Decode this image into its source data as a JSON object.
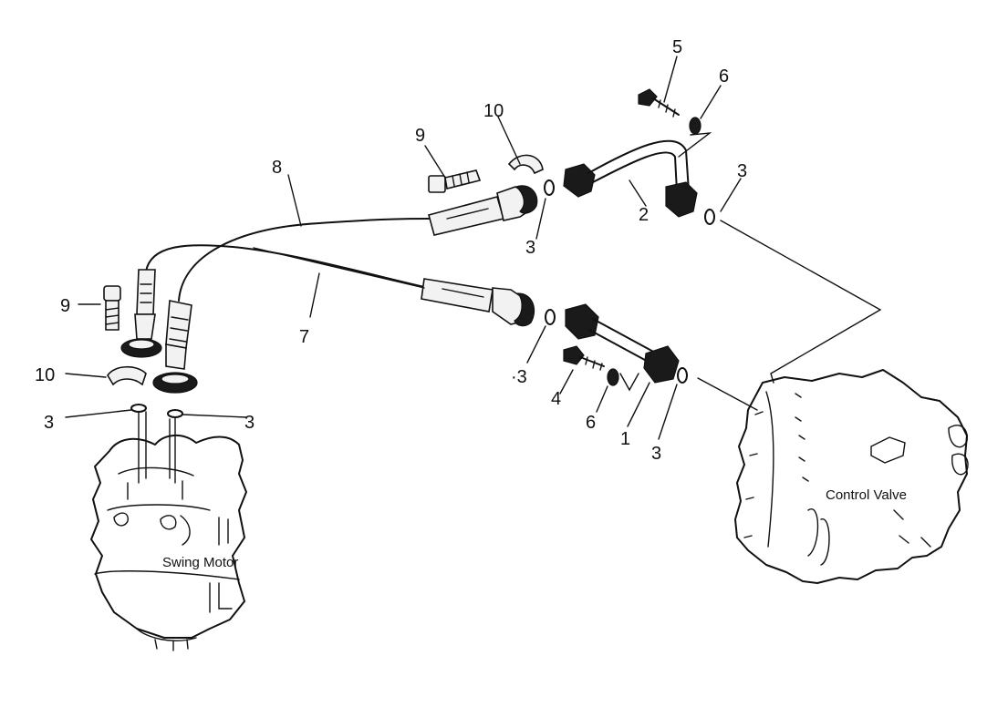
{
  "components": {
    "swing_motor": "Swing Motor",
    "control_valve": "Control Valve"
  },
  "callouts": {
    "c5": "5",
    "c6_top": "6",
    "c10_top": "10",
    "c9_top": "9",
    "c8": "8",
    "c3_top_right": "3",
    "c2": "2",
    "c3_top_mid": "3",
    "c9_left": "9",
    "c7": "7",
    "c10_left": "10",
    "c3_left_a": "3",
    "c3_left_b": "3",
    "c3_mid": "·3",
    "c4": "4",
    "c6_low": "6",
    "c1": "1",
    "c3_low": "3"
  }
}
